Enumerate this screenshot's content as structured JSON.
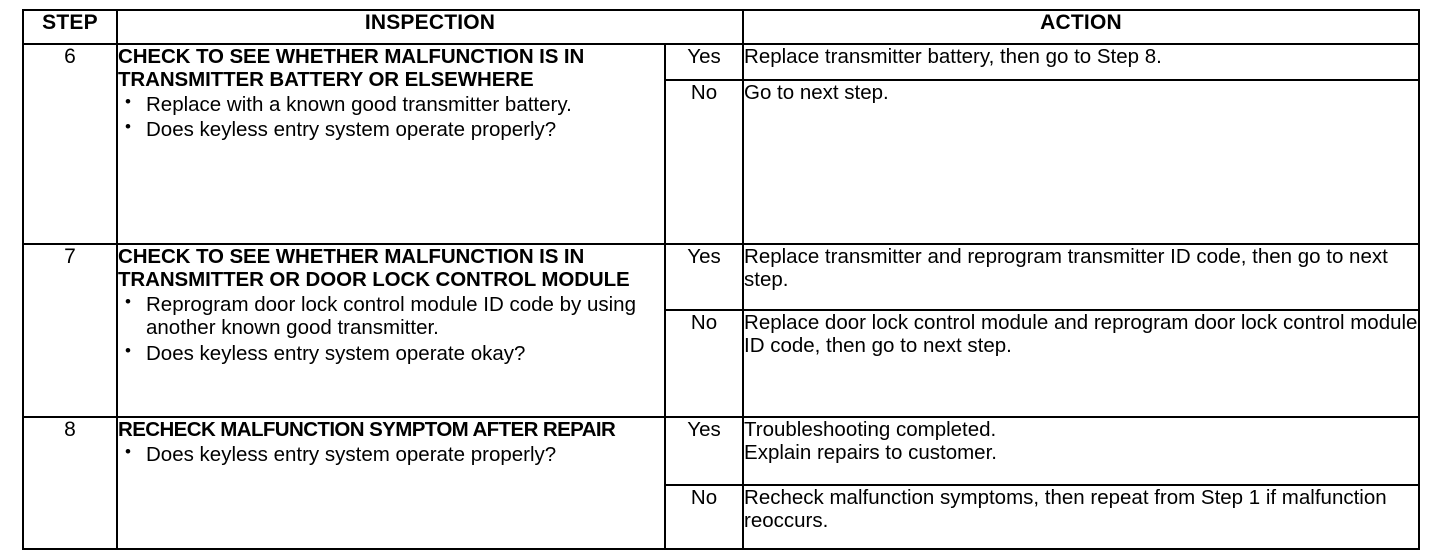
{
  "table": {
    "headers": {
      "step": "STEP",
      "inspection": "INSPECTION",
      "action": "ACTION"
    },
    "rows": [
      {
        "step": "6",
        "inspection": {
          "title": "CHECK TO SEE WHETHER MALFUNCTION IS IN TRANSMITTER BATTERY OR ELSEWHERE",
          "bullets": [
            "Replace with a known good transmitter battery.",
            "Does keyless entry system operate properly?"
          ]
        },
        "branches": [
          {
            "label": "Yes",
            "action": "Replace transmitter battery, then go to Step 8."
          },
          {
            "label": "No",
            "action": "Go to next step."
          }
        ]
      },
      {
        "step": "7",
        "inspection": {
          "title": "CHECK TO SEE WHETHER MALFUNCTION IS IN TRANSMITTER OR DOOR LOCK CONTROL MODULE",
          "bullets": [
            "Reprogram door lock control module ID code by using another known good transmitter.",
            "Does keyless entry system operate okay?"
          ]
        },
        "branches": [
          {
            "label": "Yes",
            "action": "Replace transmitter and reprogram transmitter ID code, then go to next step."
          },
          {
            "label": "No",
            "action": "Replace door lock control module and reprogram door lock control module ID code, then go to next step."
          }
        ]
      },
      {
        "step": "8",
        "inspection": {
          "title": "RECHECK MALFUNCTION SYMPTOM AFTER REPAIR",
          "bullets": [
            "Does keyless entry system operate properly?"
          ]
        },
        "branches": [
          {
            "label": "Yes",
            "action": "Troubleshooting completed.\nExplain repairs to customer."
          },
          {
            "label": "No",
            "action": "Recheck malfunction symptoms, then repeat from Step 1 if malfunction reoccurs."
          }
        ]
      }
    ]
  },
  "colors": {
    "ink": "#000000",
    "paper": "#ffffff"
  }
}
